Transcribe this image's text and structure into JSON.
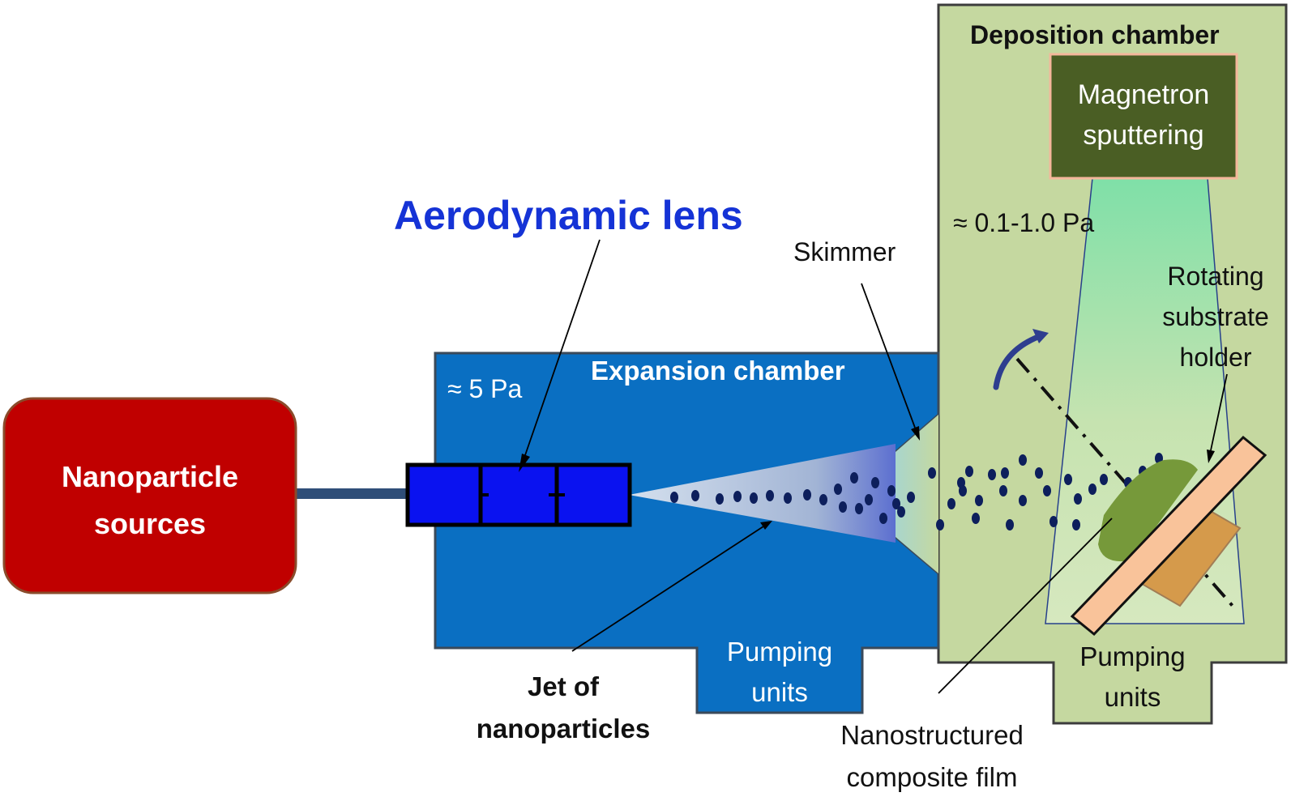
{
  "labels": {
    "nanoparticle_sources": [
      "Nanoparticle",
      "sources"
    ],
    "aerodynamic_lens": "Aerodynamic lens",
    "expansion_chamber": "Expansion chamber",
    "expansion_pressure": "≈ 5 Pa",
    "skimmer": "Skimmer",
    "deposition_chamber": "Deposition chamber",
    "magnetron": [
      "Magnetron",
      "sputtering"
    ],
    "deposition_pressure": "≈ 0.1-1.0 Pa",
    "rotating_holder": [
      "Rotating",
      "substrate",
      "holder"
    ],
    "pumping_units_expansion": [
      "Pumping",
      "units"
    ],
    "pumping_units_deposition": [
      "Pumping",
      "units"
    ],
    "jet": [
      "Jet of",
      "nanoparticles"
    ],
    "film": [
      "Nanostructured",
      "composite film"
    ]
  },
  "colors": {
    "source_box": "#c00000",
    "expansion_chamber": "#0a6fc2",
    "deposition_chamber": "#c5d8a0",
    "magnetron_box": "#4a5e24",
    "lens_body": "#0a12f0",
    "particles": "#0d1f5c",
    "substrate_holder": "#f9c39a",
    "film": "#76993a",
    "lens_title": "#1533d6"
  },
  "icons": [
    "rotation-arrow-icon"
  ]
}
